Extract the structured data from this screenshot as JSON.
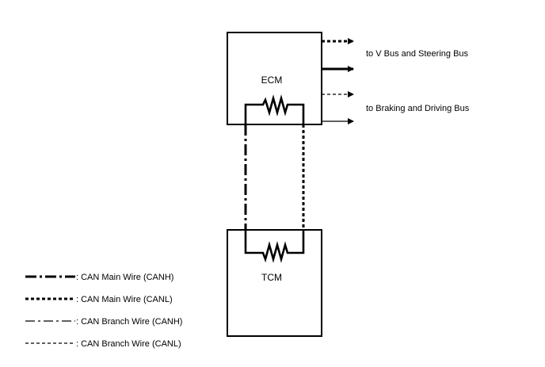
{
  "modules": {
    "ecm": "ECM",
    "tcm": "TCM"
  },
  "bus_labels": {
    "v_steering": "to V Bus and Steering Bus",
    "braking_driving": "to Braking and Driving Bus"
  },
  "legend": [
    {
      "label": ": CAN Main Wire (CANH)",
      "style": "main-canh"
    },
    {
      "label": ": CAN Main Wire (CANL)",
      "style": "main-canl"
    },
    {
      "label": ": CAN Branch Wire (CANH)",
      "style": "branch-canh"
    },
    {
      "label": ": CAN Branch Wire (CANL)",
      "style": "branch-canl"
    }
  ],
  "colors": {
    "line": "#000000",
    "background": "#ffffff"
  }
}
